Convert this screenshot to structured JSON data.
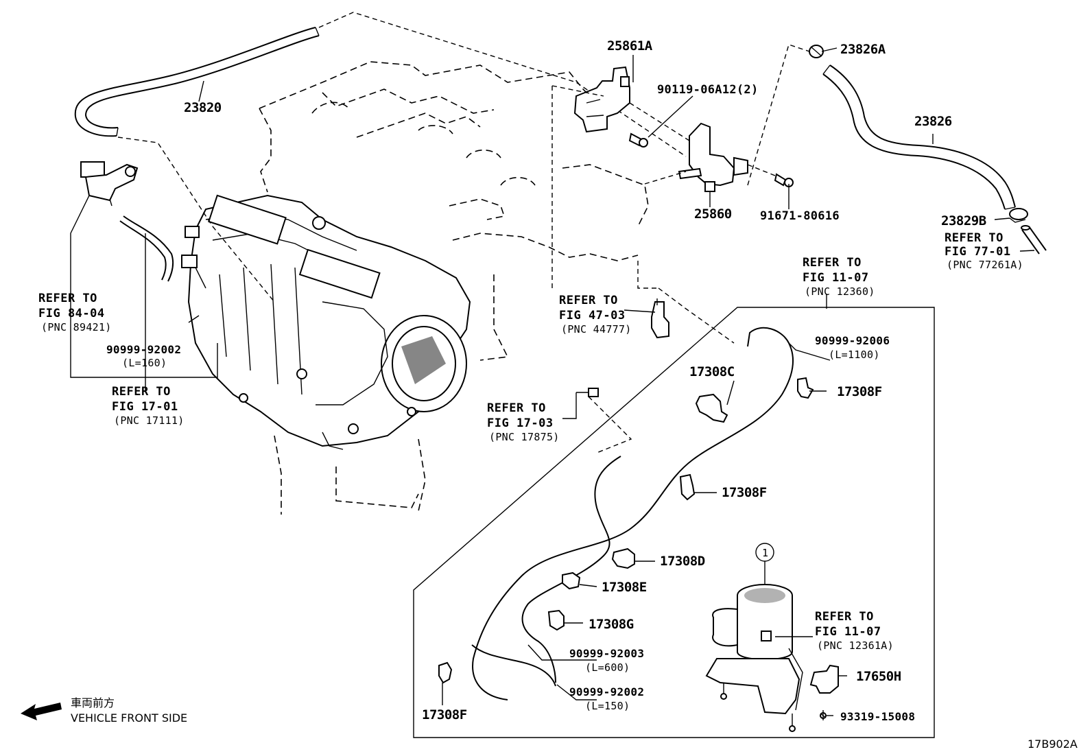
{
  "diagram_id": "17B902A",
  "direction": {
    "jp": "車両前方",
    "en": "VEHICLE FRONT SIDE"
  },
  "parts": {
    "p23820": "23820",
    "p25861A": "25861A",
    "p90119": "90119-06A12(2)",
    "p25860": "25860",
    "p91671": "91671-80616",
    "p23826A": "23826A",
    "p23826": "23826",
    "p23829B": "23829B",
    "p17308C": "17308C",
    "p17308F_a": "17308F",
    "p17308F_b": "17308F",
    "p17308F_c": "17308F",
    "p17308D": "17308D",
    "p17308E": "17308E",
    "p17308G": "17308G",
    "p17650H": "17650H",
    "p93319": "93319-15008",
    "circle1": "1"
  },
  "hoses": {
    "h92002_top": {
      "pn": "90999-92002",
      "len": "(L=160)"
    },
    "h92006": {
      "pn": "90999-92006",
      "len": "(L=1100)"
    },
    "h92003": {
      "pn": "90999-92003",
      "len": "(L=600)"
    },
    "h92002_bot": {
      "pn": "90999-92002",
      "len": "(L=150)"
    }
  },
  "refs": {
    "r84": {
      "l1": "REFER TO",
      "l2": "FIG 84-04",
      "l3": "(PNC 89421)"
    },
    "r1701": {
      "l1": "REFER TO",
      "l2": "FIG 17-01",
      "l3": "(PNC 17111)"
    },
    "r4703": {
      "l1": "REFER TO",
      "l2": "FIG 47-03",
      "l3": "(PNC 44777)"
    },
    "r1703": {
      "l1": "REFER TO",
      "l2": "FIG 17-03",
      "l3": "(PNC 17875)"
    },
    "r1107a": {
      "l1": "REFER TO",
      "l2": "FIG 11-07",
      "l3": "(PNC 12360)"
    },
    "r1107b": {
      "l1": "REFER TO",
      "l2": "FIG 11-07",
      "l3": "(PNC 12361A)"
    },
    "r7701": {
      "l1": "REFER TO",
      "l2": "FIG 77-01",
      "l3": "(PNC 77261A)"
    }
  }
}
